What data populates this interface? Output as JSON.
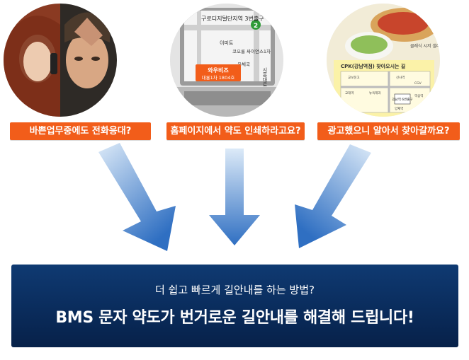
{
  "scenarios": [
    {
      "caption": "바쁜업무중에도 전화응대?"
    },
    {
      "caption": "홈페이지에서 약도 인쇄하라고요?"
    },
    {
      "caption": "광고했으니 알아서 찾아갈까요?"
    }
  ],
  "laptop_map": {
    "exit_label": "구로디지털단지역 3번출구",
    "exit_number": "2",
    "road_label": "시흥대로",
    "poi_emart": "이미트",
    "poi_koron": "코오롱 싸이언스1차",
    "poi_post": "우체국",
    "company_name": "와우비즈",
    "company_addr": "대룡1차 1804호"
  },
  "ad_flyer": {
    "salad_caption": "클래식 시저 샐러드",
    "map_title": "CPK(강남역점) 찾아오시는 길",
    "map_station": "강남역 6번출구",
    "map_labels": [
      "신사역",
      "교보문고",
      "CGV",
      "교대역",
      "뉴욕제과",
      "역삼역",
      "양재역"
    ]
  },
  "banner": {
    "subtitle": "더 쉽고 빠르게 길안내를 하는 방법?",
    "title": "BMS 문자 약도가 번거로운 길안내를 해결해 드립니다!"
  },
  "colors": {
    "caption_bg": "#f25d1a",
    "banner_bg": "#0a2c5c",
    "arrow_light": "#b9d5f2",
    "arrow_dark": "#2f6fc2"
  }
}
